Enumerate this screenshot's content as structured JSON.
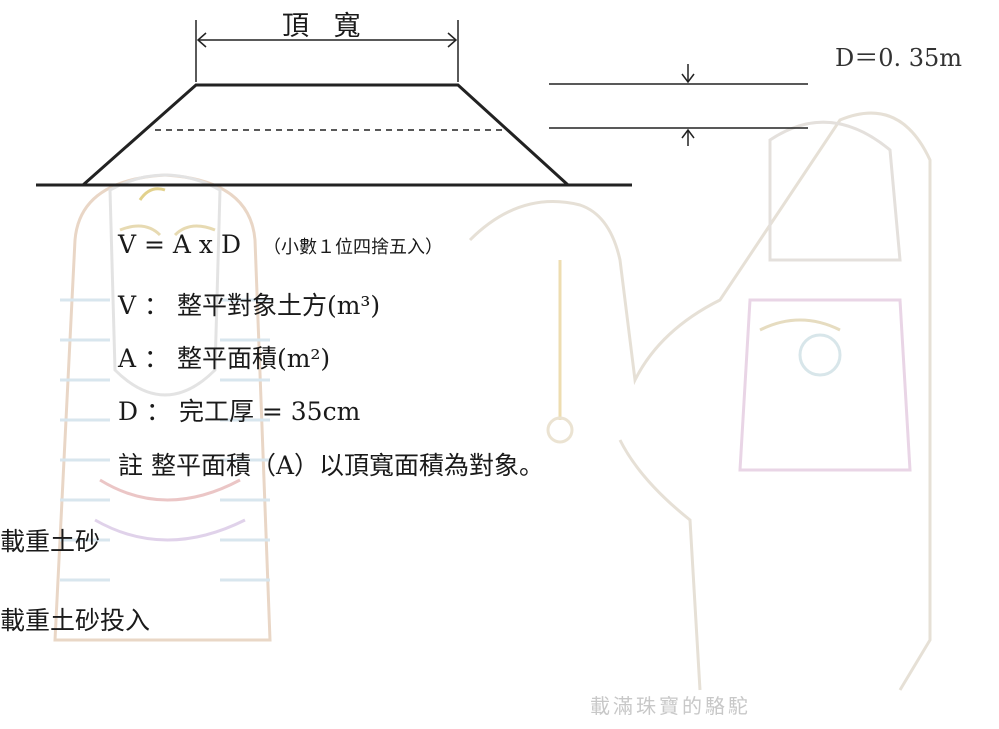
{
  "diagram": {
    "top_width_label": "頂 寬",
    "depth_label": "D＝0. 35m"
  },
  "formula": {
    "main": "V = A x D",
    "rounding_note": "（小數１位四捨五入）",
    "v_def": "V ： 整平對象土方(m³)",
    "a_def": "A ： 整平面積(m²)",
    "d_def": "D ： 完工厚 = 35cm",
    "note": "註 整平面積（A）以頂寬面積為對象。"
  },
  "sections": {
    "s1": "載重土砂",
    "s2": "載重土砂投入"
  },
  "watermark": {
    "caption": "載滿珠寶的駱駝",
    "images": [
      "pharaoh-mask",
      "camel"
    ]
  }
}
